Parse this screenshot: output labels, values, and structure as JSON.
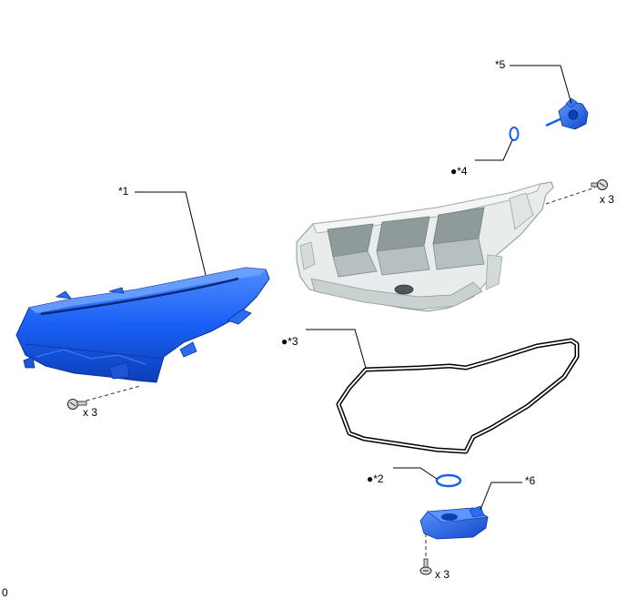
{
  "callouts": {
    "c1": "*1",
    "c2": "*2",
    "c3": "*3",
    "c4": "*4",
    "c5": "*5",
    "c6": "*6"
  },
  "quantities": {
    "screw_left": "x 3",
    "screw_right": "x 3",
    "screw_bottom": "x 3"
  },
  "markers": {
    "bullet": "●"
  },
  "footer": {
    "corner_id": "0"
  },
  "colors": {
    "part_blue": "#1a5ff5",
    "part_blue_dark": "#0c3fb8",
    "part_blue_light": "#4f8dff",
    "housing_grey": "#e4e8e8",
    "housing_stroke": "#9aa5a5",
    "outline": "#000000"
  }
}
